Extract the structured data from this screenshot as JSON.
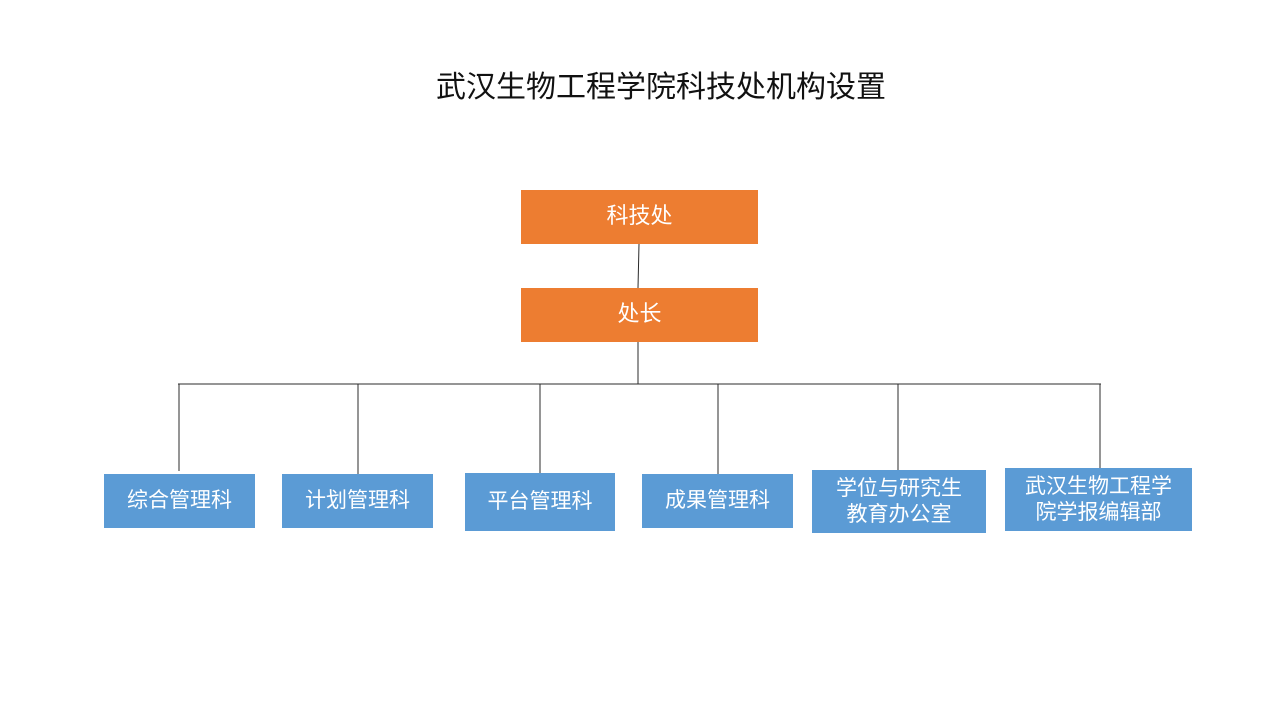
{
  "title": "武汉生物工程学院科技处机构设置",
  "colors": {
    "top_box": "#ED7D31",
    "child_box": "#5B9BD5",
    "line": "#2B2B2B",
    "text": "#FFFFFF"
  },
  "org": {
    "department": "科技处",
    "head": "处长",
    "units": [
      "综合管理科",
      "计划管理科",
      "平台管理科",
      "成果管理科",
      "学位与研究生\n教育办公室",
      "武汉生物工程学\n院学报编辑部"
    ]
  }
}
